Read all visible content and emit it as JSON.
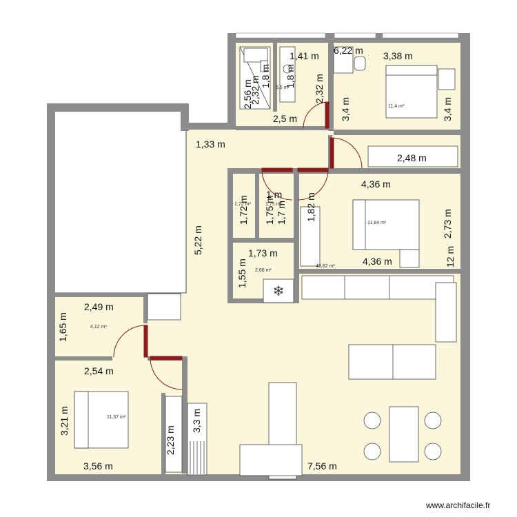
{
  "dimensions": {
    "top_1_41": "1,41 m",
    "top_6_22": "6,22 m",
    "top_3_38": "3,38 m",
    "bath_2_56": "2,56 m",
    "bath_2_32": "2,32 m",
    "bath_1_8": "1,8 m",
    "wc_1_8": "1,8 m",
    "wall_2_32": "2,32 m",
    "bath_2_5": "2,5 m",
    "bed1_3_4_left": "3,4 m",
    "bed1_3_4_right": "3,4 m",
    "hall_1_33": "1,33 m",
    "closet_2_48": "2,48 m",
    "bed2_4_36_top": "4,36 m",
    "small1_1_72": "1,72 m",
    "small2_1_75": "1,75 m",
    "small2_1_7": "1,7 m",
    "small2_1_m": "1 m",
    "small3_1_82": "1,82 m",
    "living_5_22": "5,22 m",
    "bed2_2_73": "2,73 m",
    "sd_1_73": "1,73 m",
    "sd_1_55": "1,55 m",
    "bed2_4_36_bottom": "4,36 m",
    "right_12": "12 m",
    "room4_2_49": "2,49 m",
    "room4_1_65": "1,65 m",
    "bed3_2_54": "2,54 m",
    "bed3_3_21": "3,21 m",
    "cl_2_23": "2,23 m",
    "cl_3_3": "3,3 m",
    "bottom_3_56": "3,56 m",
    "bottom_7_56": "7,56 m"
  },
  "areas": {
    "bath": "5,5 m²",
    "bed1": "11,4 m²",
    "small1": "1,72 m²",
    "small2": "1,75 m²",
    "bed2": "11,84 m²",
    "storage": "2,68 m²",
    "main": "48,82 m²",
    "room4": "4,12 m²",
    "bed3": "11,37 m²"
  },
  "credit": "www.archifacile.fr",
  "colors": {
    "wall": "#8c8c8c",
    "floor": "#fbf7dc",
    "door": "#8b1a1a",
    "furniture_stroke": "#444444"
  }
}
